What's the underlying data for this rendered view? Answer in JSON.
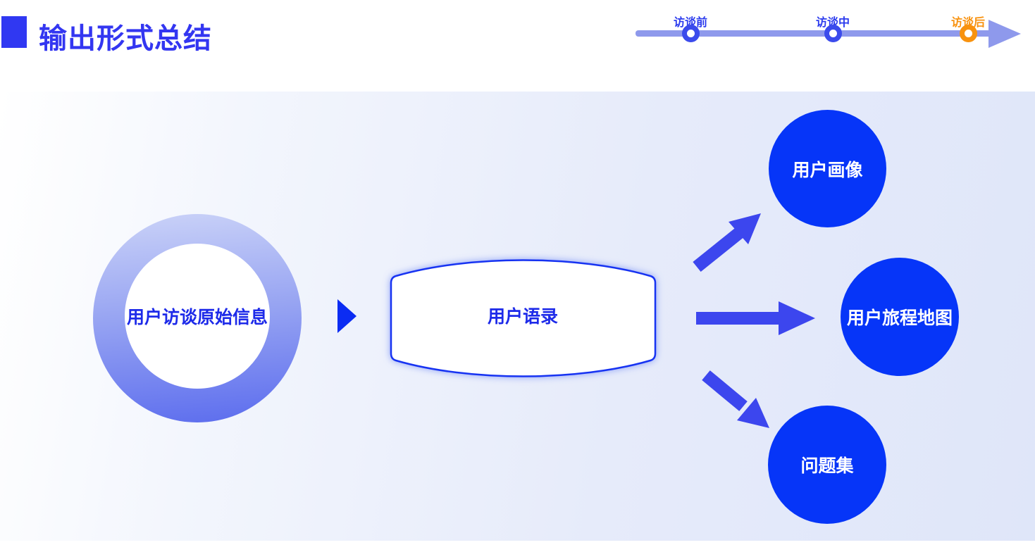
{
  "header": {
    "title": "输出形式总结",
    "timeline": {
      "stages": [
        {
          "label": "访谈前",
          "state": "done"
        },
        {
          "label": "访谈中",
          "state": "done"
        },
        {
          "label": "访谈后",
          "state": "current"
        }
      ]
    }
  },
  "diagram": {
    "source_label": "用户访谈原始信息",
    "quote_label": "用户语录",
    "outputs": [
      {
        "label": "用户画像"
      },
      {
        "label": "用户旅程地图"
      },
      {
        "label": "问题集"
      }
    ]
  },
  "colors": {
    "primary_blue": "#0635f8",
    "arrow_blue": "#3c46ee",
    "deep_text_blue": "#1d2ae9",
    "title_blue": "#3336f1",
    "timeline_bar": "#8e99ec",
    "timeline_marker_blue": "#3b4bec",
    "timeline_marker_orange": "#f8920f",
    "panel_gradient_start": "#ffffff",
    "panel_gradient_end": "#dfe6f9",
    "ring_gradient_top": "#cbd3f8",
    "ring_gradient_bottom": "#5b6cee"
  }
}
